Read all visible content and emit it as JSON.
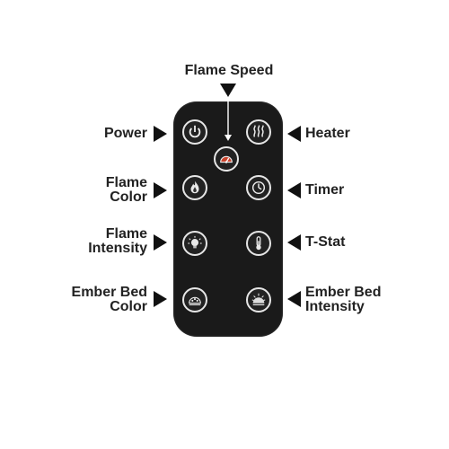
{
  "labels": {
    "flame_speed": "Flame Speed",
    "power": "Power",
    "heater": "Heater",
    "flame_color_1": "Flame",
    "flame_color_2": "Color",
    "timer": "Timer",
    "flame_intensity_1": "Flame",
    "flame_intensity_2": "Intensity",
    "tstat": "T-Stat",
    "ember_color_1": "Ember Bed",
    "ember_color_2": "Color",
    "ember_intensity_1": "Ember Bed",
    "ember_intensity_2": "Intensity"
  },
  "icons": {
    "power": "power-icon",
    "heater": "heat-waves-icon",
    "flame_speed": "speedometer-icon",
    "flame_color": "flame-icon",
    "timer": "clock-icon",
    "flame_intensity": "bulb-icon",
    "tstat": "thermometer-icon",
    "ember_color": "ember-bed-icon",
    "ember_intensity": "ember-bed-intensity-icon"
  },
  "colors": {
    "remote_body": "#1a1a1a",
    "button_ring": "#e6e6e6",
    "label_text": "#222222"
  }
}
